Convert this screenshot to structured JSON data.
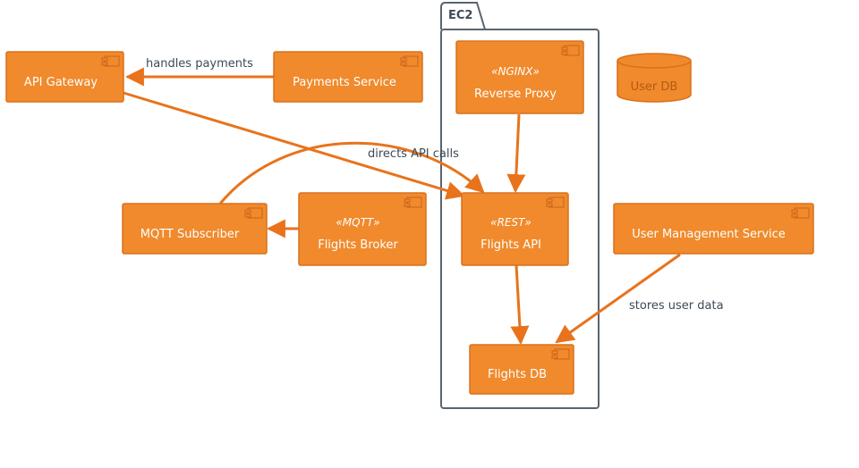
{
  "colors": {
    "node_fill": "#f08a2c",
    "node_stroke": "#d9711c",
    "edge": "#e8731c",
    "package_stroke": "#5a6470",
    "text_dark": "#3d4a57"
  },
  "package": {
    "label": "EC2"
  },
  "nodes": {
    "api_gateway": {
      "label": "API Gateway",
      "icon": "component-icon"
    },
    "payments_service": {
      "label": "Payments Service",
      "icon": "component-icon"
    },
    "reverse_proxy": {
      "stereotype": "«NGINX»",
      "label": "Reverse Proxy",
      "icon": "component-icon"
    },
    "user_db": {
      "label": "User DB",
      "icon": "database-icon"
    },
    "mqtt_subscriber": {
      "label": "MQTT Subscriber",
      "icon": "component-icon"
    },
    "flights_broker": {
      "stereotype": "«MQTT»",
      "label": "Flights Broker",
      "icon": "component-icon"
    },
    "flights_api": {
      "stereotype": "«REST»",
      "label": "Flights API",
      "icon": "component-icon"
    },
    "user_management_service": {
      "label": "User Management Service",
      "icon": "component-icon"
    },
    "flights_db": {
      "label": "Flights DB",
      "icon": "component-icon"
    }
  },
  "edges": {
    "handles_payments": {
      "label": "handles payments"
    },
    "directs_api_calls": {
      "label": "directs API calls"
    },
    "stores_user_data": {
      "label": "stores user data"
    }
  }
}
